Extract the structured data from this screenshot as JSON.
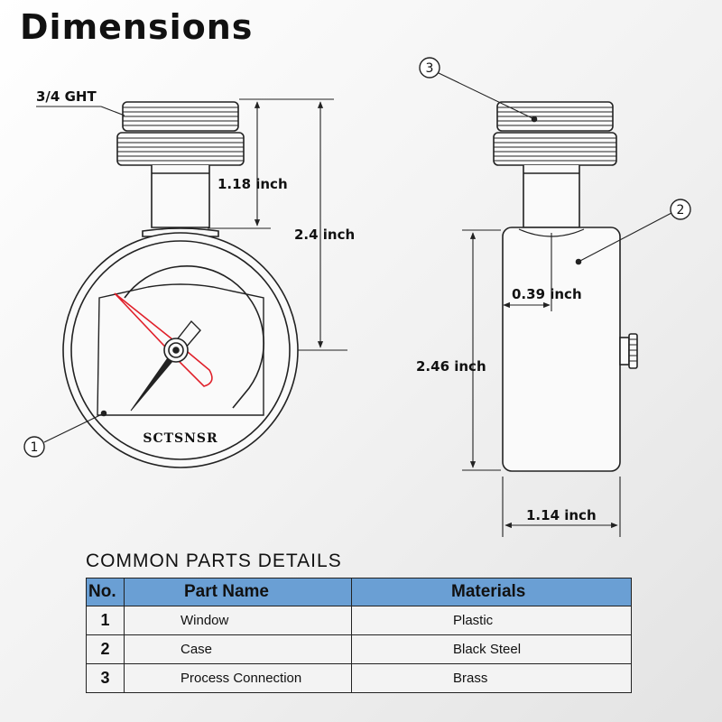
{
  "title": "Dimensions",
  "brand_text": "SCTSNSR",
  "dimensions": {
    "thread": "3/4 GHT",
    "connection_height": "1.18 inch",
    "front_height": "2.4 inch",
    "side_inset": "0.39 inch",
    "side_height": "2.46 inch",
    "side_width": "1.14 inch"
  },
  "callouts": [
    "1",
    "2",
    "3"
  ],
  "parts": {
    "heading": "COMMON PARTS DETAILS",
    "columns": [
      "No.",
      "Part Name",
      "Materials"
    ],
    "rows": [
      {
        "no": "1",
        "name": "Window",
        "material": "Plastic"
      },
      {
        "no": "2",
        "name": "Case",
        "material": "Black Steel"
      },
      {
        "no": "3",
        "name": "Process Connection",
        "material": "Brass"
      }
    ]
  },
  "colors": {
    "needle": "#e0202a",
    "table_header": "#6a9fd4",
    "line": "#222222"
  }
}
